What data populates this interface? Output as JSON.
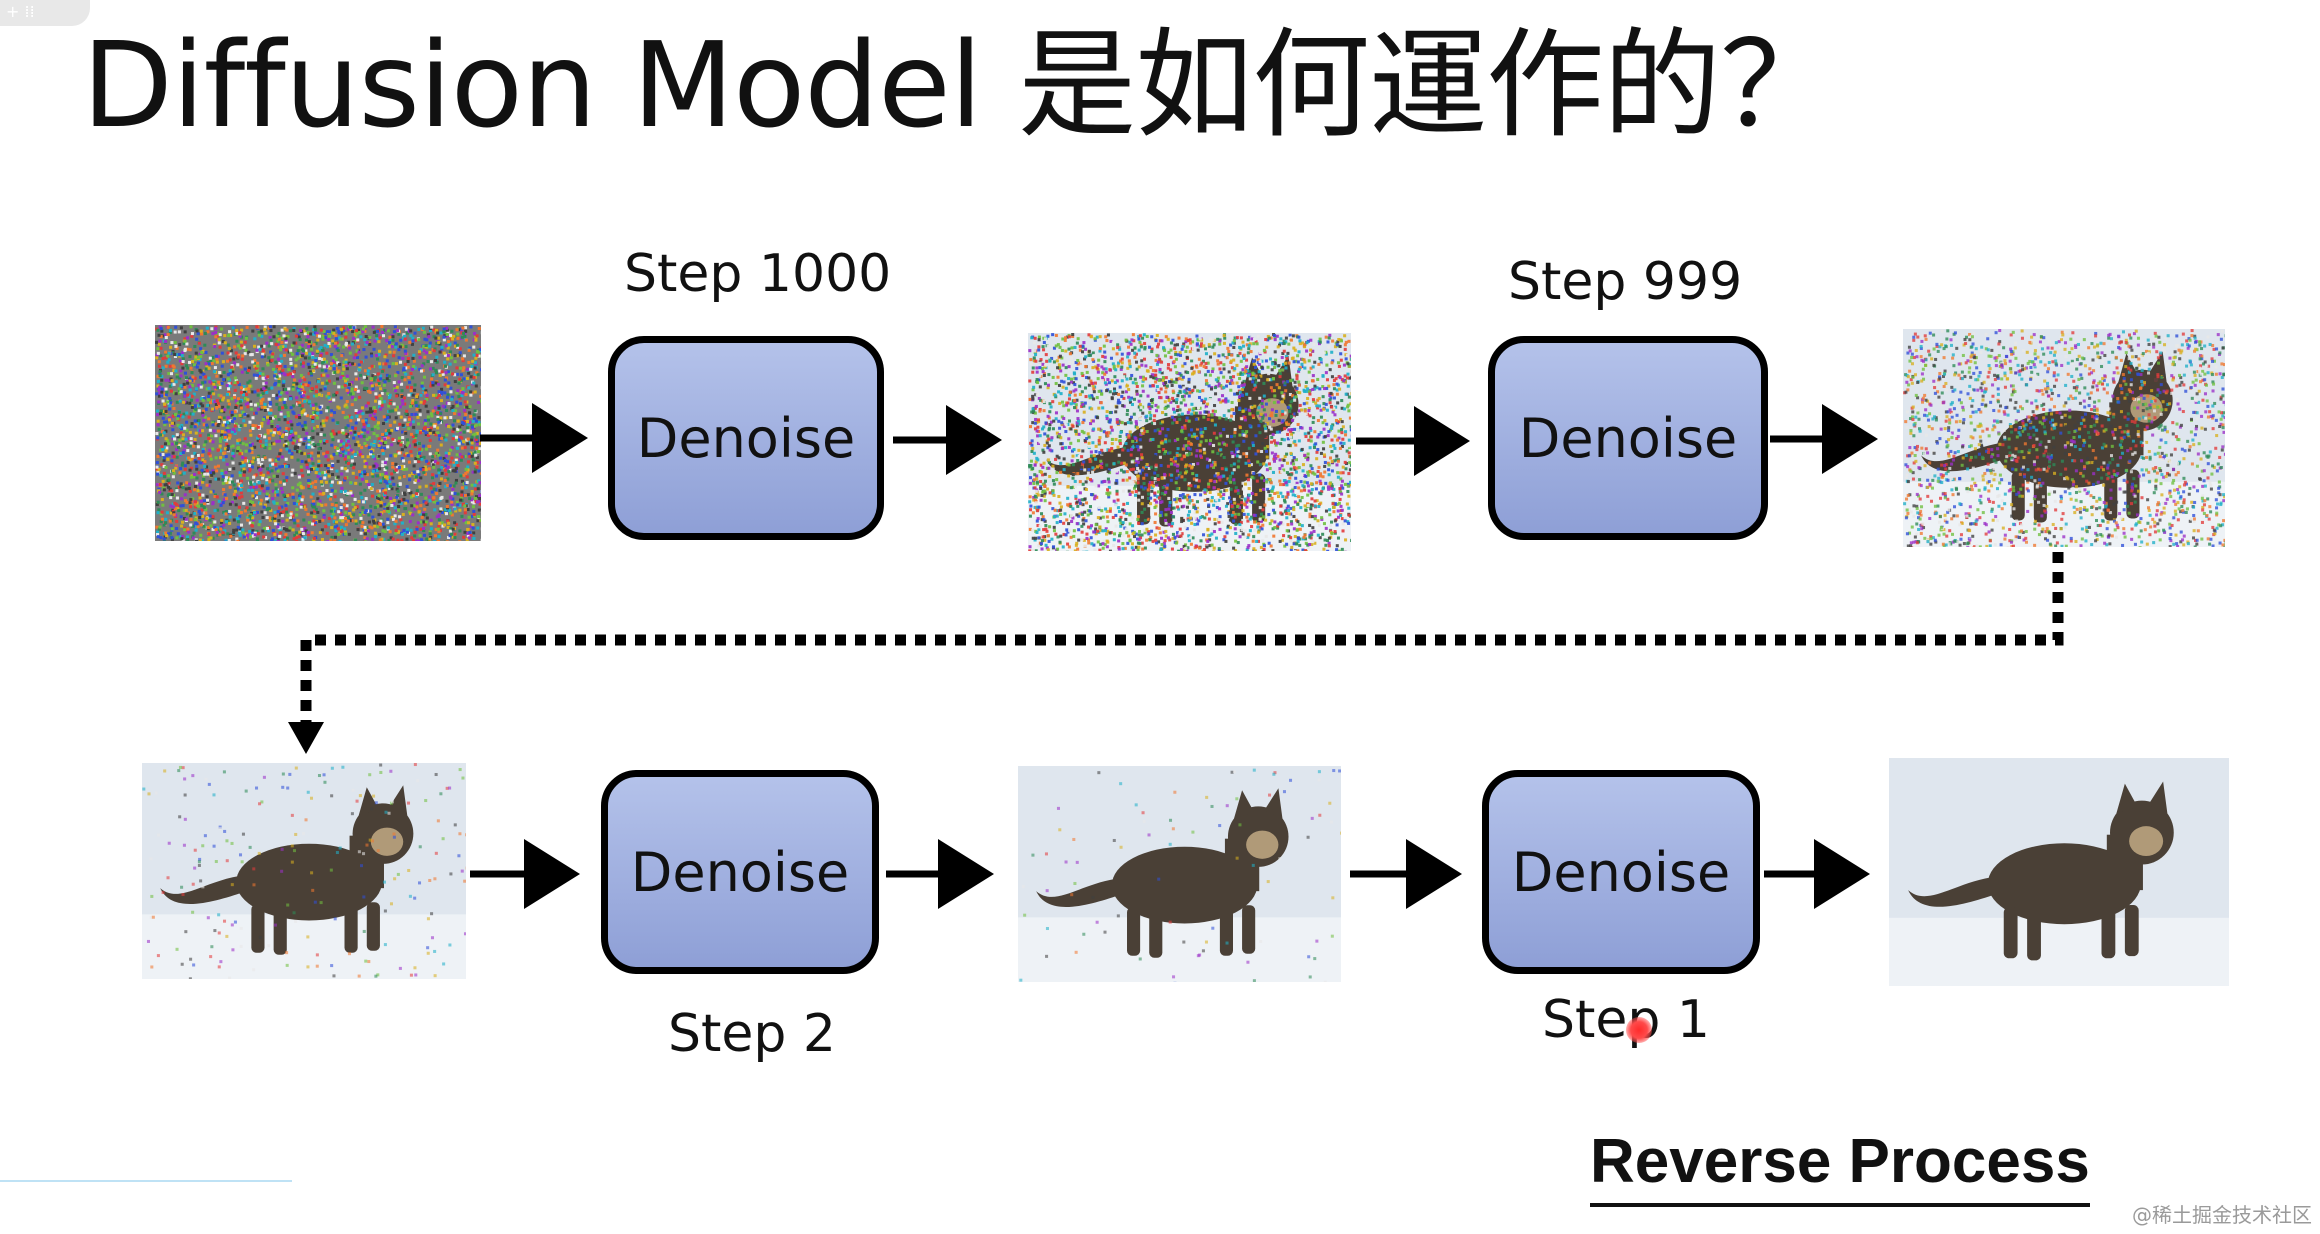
{
  "slide": {
    "title": "Diffusion Model 是如何運作的？",
    "process_label": "Reverse Process",
    "watermark": "@稀土掘金技术社区",
    "corner_mark": "+ ⁞⁞",
    "cursor_color": "#ff2b2b"
  },
  "top_row": {
    "steps": [
      {
        "label": "Step 1000",
        "box_text": "Denoise"
      },
      {
        "label": "Step 999",
        "box_text": "Denoise"
      }
    ],
    "images": [
      {
        "description_icon": "pure-noise-image",
        "noise_level": 1.0
      },
      {
        "description_icon": "noisy-cat-image",
        "noise_level": 0.8
      },
      {
        "description_icon": "less-noisy-cat-image",
        "noise_level": 0.5
      }
    ]
  },
  "bottom_row": {
    "steps": [
      {
        "label": "Step 2",
        "box_text": "Denoise"
      },
      {
        "label": "Step 1",
        "box_text": "Denoise"
      }
    ],
    "images": [
      {
        "description_icon": "cat-image",
        "noise_level": 0.05
      },
      {
        "description_icon": "cat-image",
        "noise_level": 0.02
      },
      {
        "description_icon": "clean-cat-image",
        "noise_level": 0.0
      }
    ]
  },
  "colors": {
    "denoise_fill_top": "#b4c2ea",
    "denoise_fill_bottom": "#8e9fd6",
    "arrow": "#000000"
  }
}
